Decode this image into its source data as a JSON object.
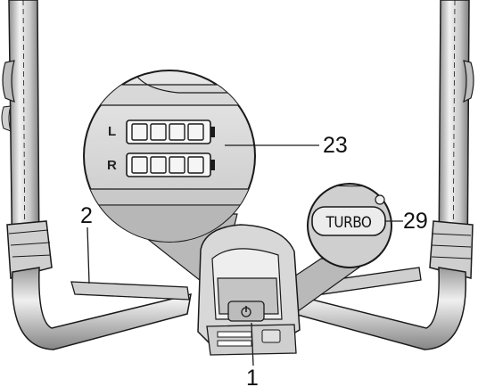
{
  "diagram": {
    "callouts": {
      "battery_display": "23",
      "turbo_button": "29",
      "footrest": "2",
      "power_button": "1"
    },
    "battery": {
      "left_label": "L",
      "right_label": "R",
      "left_level_segments": 4,
      "right_level_segments": 4,
      "total_segments": 4
    },
    "turbo_label": "TURBO",
    "colors": {
      "line": "#1a1a1a",
      "frame_light": "#e6e6e6",
      "frame_mid": "#bdbdbd",
      "frame_dark": "#7a7a7a",
      "magnifier_fill": "#d4d4d4",
      "turbo_fill": "#cfcfcf"
    }
  }
}
